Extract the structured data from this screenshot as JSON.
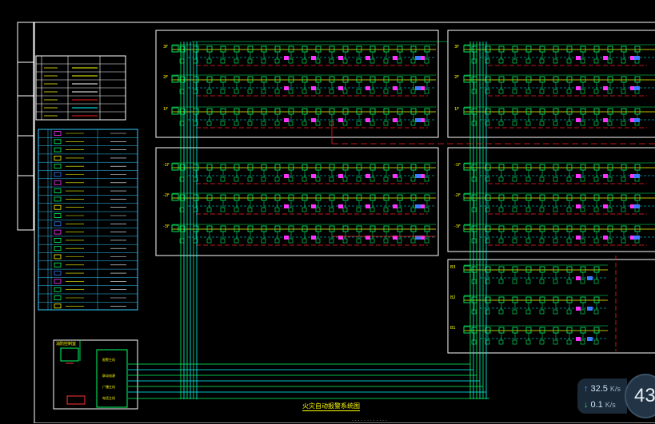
{
  "drawing": {
    "title": "火灾自动报警系统图",
    "subtitle": "· · · · · · · · · · · ·",
    "floors_top_left": [
      "3F",
      "2F",
      "1F"
    ],
    "floors_mid_left": [
      "-1F",
      "-2F",
      "-3F"
    ],
    "floors_right_lower": [
      "B3",
      "B2",
      "B1"
    ],
    "colors": {
      "frame": "#ffffff",
      "bus_green": "#00ff66",
      "bus_yellow": "#ffff00",
      "bus_red": "#ff2020",
      "bus_cyan": "#00ffff",
      "device_magenta": "#ff33ff",
      "device_blue": "#3b7bff",
      "table_cyan": "#33ccff"
    }
  },
  "status_widget": {
    "upload_value": "32.5",
    "upload_unit": "K/s",
    "download_value": "0.1",
    "download_unit": "K/s",
    "cpu": "43"
  }
}
